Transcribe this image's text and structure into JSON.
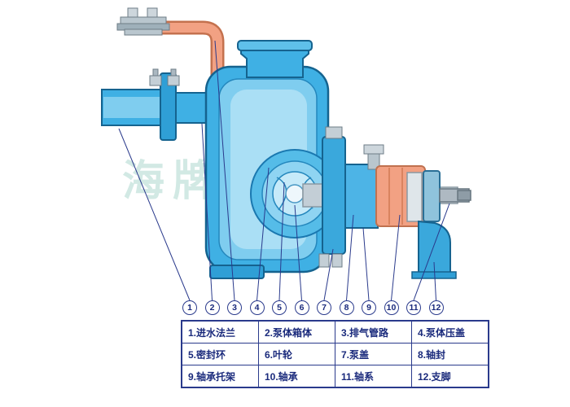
{
  "diagram": {
    "watermark": "海牌泵业"
  },
  "callouts": [
    "1",
    "2",
    "3",
    "4",
    "5",
    "6",
    "7",
    "8",
    "9",
    "10",
    "11",
    "12"
  ],
  "legend": {
    "rows": [
      [
        "1.进水法兰",
        "2.泵体箱体",
        "3.排气管路",
        "4.泵体压盖"
      ],
      [
        "5.密封环",
        "6.叶轮",
        "7.泵盖",
        "8.轴封"
      ],
      [
        "9.轴承托架",
        "10.轴承",
        "11.轴系",
        "12.支脚"
      ]
    ]
  },
  "colors": {
    "body_blue": "#3fb0e4",
    "outline_blue": "#15638f",
    "pipe_orange": "#f2a183",
    "table_navy": "#2a3a8c"
  }
}
